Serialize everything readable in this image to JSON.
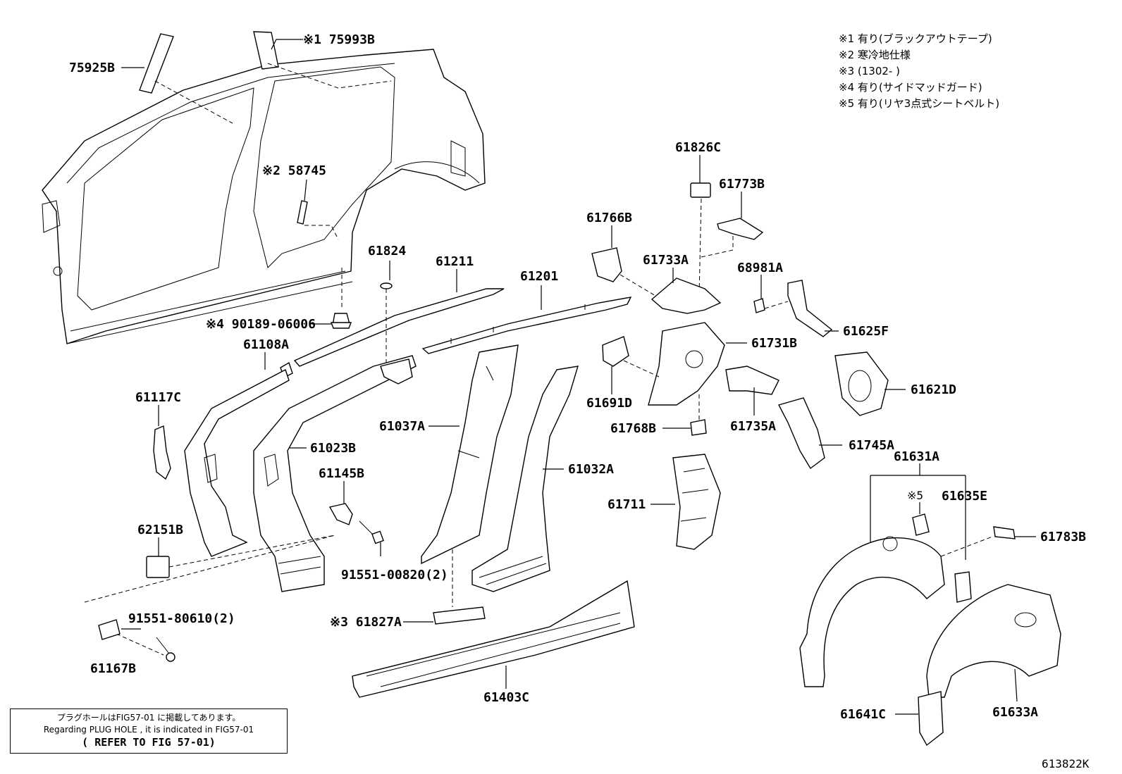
{
  "notes": [
    "※1 有り(ブラックアウトテープ)",
    "※2 寒冷地仕様",
    "※3 (1302-        )",
    "※4 有り(サイドマッドガード)",
    "※5 有り(リヤ3点式シートベルト)"
  ],
  "callouts": {
    "p75925B": "75925B",
    "p75993B": "※1 75993B",
    "p58745": "※2 58745",
    "p90189": "※4 90189-06006",
    "p61108A": "61108A",
    "p61117C": "61117C",
    "p62151B": "62151B",
    "p61824": "61824",
    "p61211": "61211",
    "p61201": "61201",
    "p61023B": "61023B",
    "p61145B": "61145B",
    "p91551_00820": "91551-00820(2)",
    "p61037A": "61037A",
    "p61032A": "61032A",
    "p91551_80610": "91551-80610(2)",
    "p61167B": "61167B",
    "p61827A": "※3 61827A",
    "p61403C": "61403C",
    "p61826C": "61826C",
    "p61773B": "61773B",
    "p61766B": "61766B",
    "p61733A": "61733A",
    "p68981A": "68981A",
    "p61625F": "61625F",
    "p61731B": "61731B",
    "p61691D": "61691D",
    "p61768B": "61768B",
    "p61735A": "61735A",
    "p61621D": "61621D",
    "p61745A": "61745A",
    "p61631A": "61631A",
    "p5": "※5",
    "p61635E": "61635E",
    "p61783B": "61783B",
    "p61711": "61711",
    "p61641C": "61641C",
    "p61633A": "61633A"
  },
  "plug_hole_note": {
    "line1": "プラグホールはFIG57-01 に掲載してあります。",
    "line2": "Regarding PLUG HOLE , it is indicated in FIG57-01",
    "line3": "( REFER TO FIG 57-01)"
  },
  "figure_id": "613822K"
}
